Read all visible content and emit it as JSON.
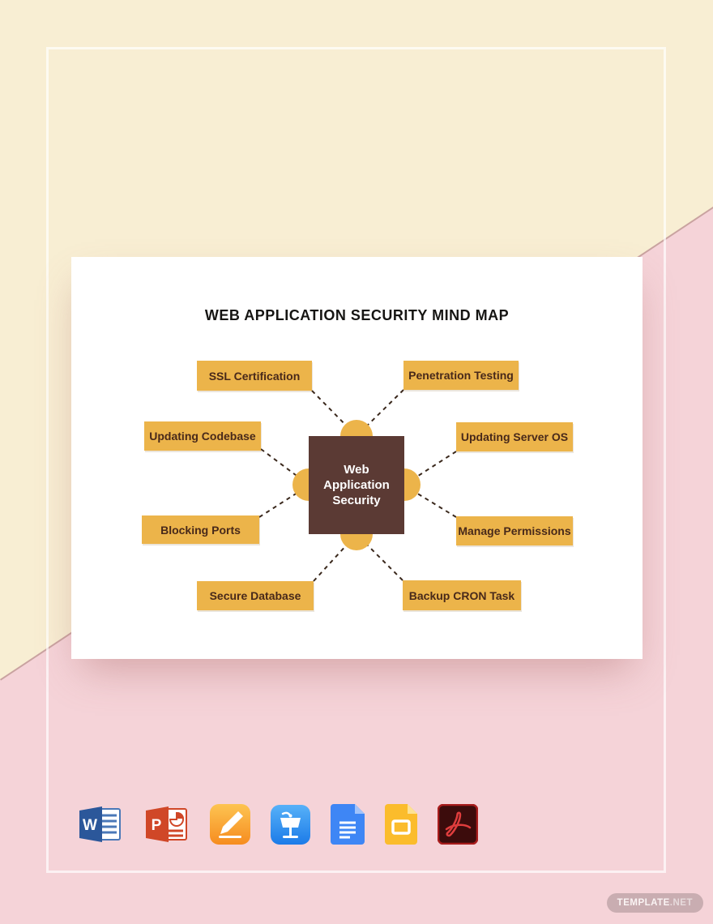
{
  "mindmap": {
    "title": "WEB APPLICATION SECURITY MIND MAP",
    "center_label": "Web Application Security",
    "nodes": [
      {
        "label": "SSL Certification",
        "position": "top-left"
      },
      {
        "label": "Penetration Testing",
        "position": "top-right"
      },
      {
        "label": "Updating Codebase",
        "position": "mid-left"
      },
      {
        "label": "Updating Server OS",
        "position": "mid-right"
      },
      {
        "label": "Blocking Ports",
        "position": "lower-left"
      },
      {
        "label": "Manage Permissions",
        "position": "lower-right"
      },
      {
        "label": "Secure Database",
        "position": "bottom-left"
      },
      {
        "label": "Backup CRON Task",
        "position": "bottom-right"
      }
    ],
    "colors": {
      "node_fill": "#ecb44a",
      "node_text": "#48291a",
      "center_fill": "#5b3a34",
      "center_text": "#ffffff",
      "connector": "#3a281c"
    }
  },
  "background": {
    "top_left_color": "#f8eed3",
    "bottom_right_color": "#f5d3d8",
    "card_color": "#ffffff"
  },
  "format_icons": [
    {
      "name": "microsoft-word",
      "letter": "W"
    },
    {
      "name": "microsoft-powerpoint",
      "letter": "P"
    },
    {
      "name": "apple-pages",
      "letter": ""
    },
    {
      "name": "apple-keynote",
      "letter": ""
    },
    {
      "name": "google-docs",
      "letter": ""
    },
    {
      "name": "google-slides",
      "letter": ""
    },
    {
      "name": "adobe-pdf",
      "letter": ""
    }
  ],
  "watermark": {
    "brand": "TEMPLATE",
    "tld": ".NET"
  }
}
